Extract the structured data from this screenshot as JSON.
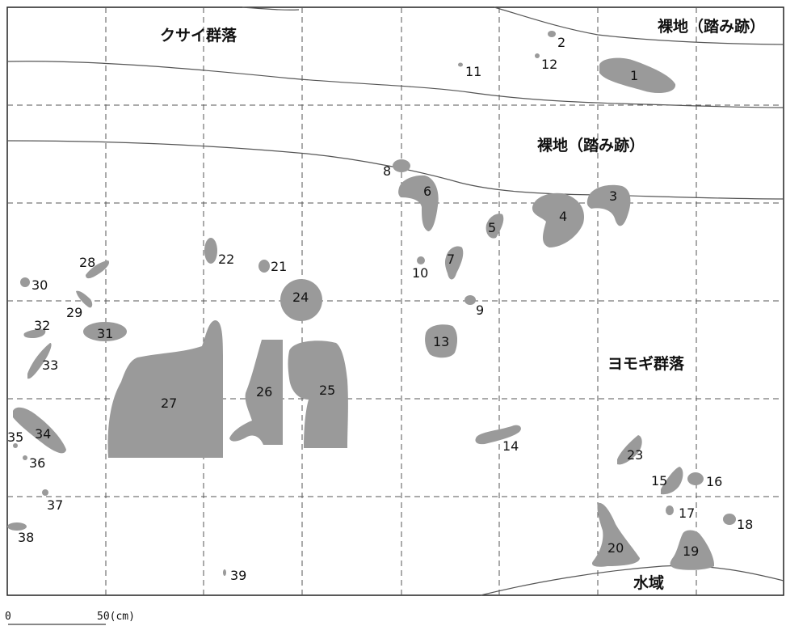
{
  "zones": {
    "kusai": "クサイ群落",
    "bare_top": "裸地（踏み跡）",
    "bare_mid": "裸地（踏み跡）",
    "yomogi": "ヨモギ群落",
    "water": "水域"
  },
  "patch_labels": [
    "1",
    "2",
    "3",
    "4",
    "5",
    "6",
    "7",
    "8",
    "9",
    "10",
    "11",
    "12",
    "13",
    "14",
    "15",
    "16",
    "17",
    "18",
    "19",
    "20",
    "21",
    "22",
    "23",
    "24",
    "25",
    "26",
    "27",
    "28",
    "29",
    "30",
    "31",
    "32",
    "33",
    "34",
    "35",
    "36",
    "37",
    "38",
    "39"
  ],
  "scale": {
    "zero": "0",
    "fifty": "50(cm)"
  }
}
